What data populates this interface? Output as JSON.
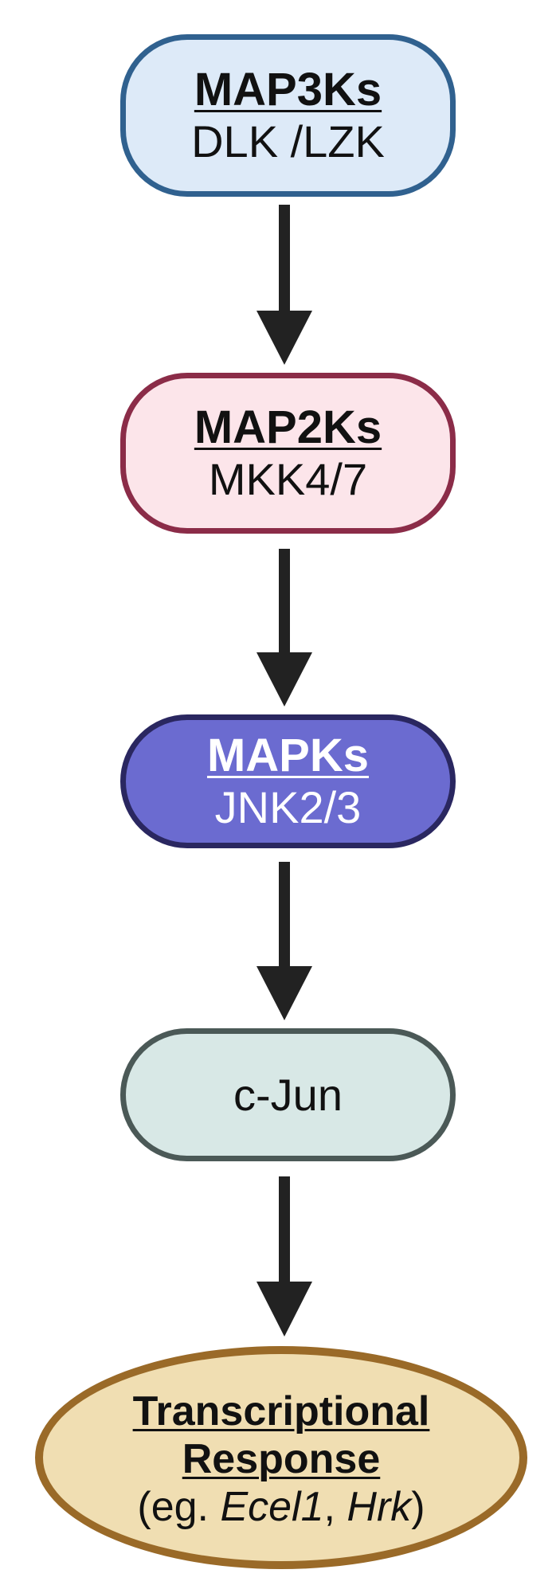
{
  "nodes": {
    "map3k": {
      "title": "MAP3Ks",
      "subtitle": "DLK /LZK"
    },
    "map2k": {
      "title": "MAP2Ks",
      "subtitle": "MKK4/7"
    },
    "mapk": {
      "title": "MAPKs",
      "subtitle": "JNK2/3"
    },
    "cjun": {
      "label": "c-Jun"
    },
    "response": {
      "title_line1": "Transcriptional",
      "title_line2": "Response",
      "example_prefix": "(eg. ",
      "gene1": "Ecel1",
      "separator": ", ",
      "gene2": "Hrk",
      "example_suffix": ")"
    }
  },
  "colors": {
    "map3k_fill": "#ddeaf8",
    "map3k_border": "#30618f",
    "map2k_fill": "#fce5ea",
    "map2k_border": "#8b2c48",
    "mapk_fill": "#6b6bd0",
    "mapk_border": "#2a2760",
    "cjun_fill": "#d8e8e6",
    "cjun_border": "#4b5957",
    "response_fill": "#f0deb2",
    "response_border": "#9a6a28",
    "arrow": "#222222"
  }
}
